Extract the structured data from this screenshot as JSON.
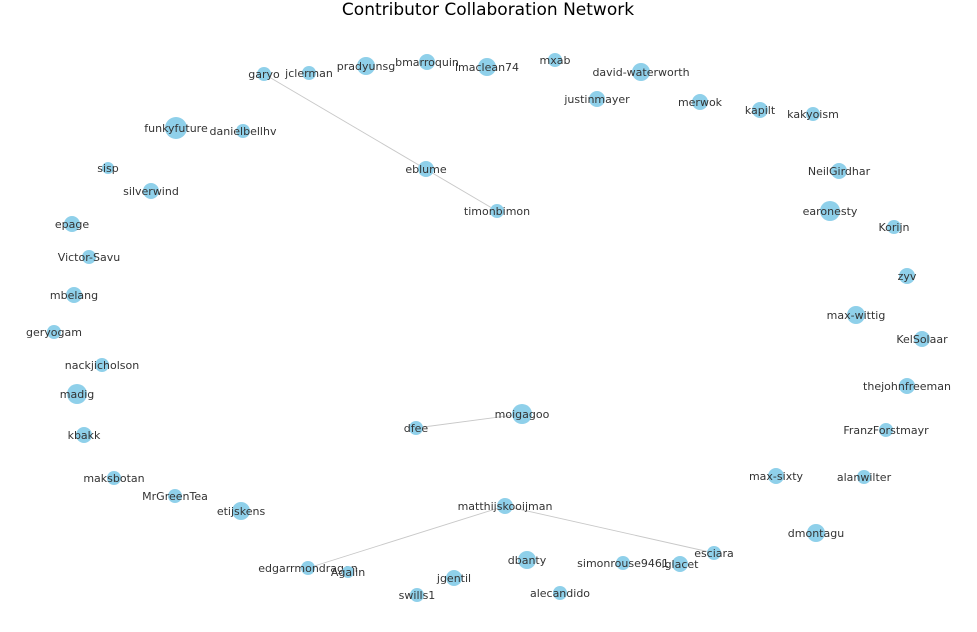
{
  "title": "Contributor Collaboration Network",
  "colors": {
    "node": "#8fd0ea",
    "edge": "#c8c8c8",
    "label": "#333333",
    "background": "#ffffff"
  },
  "nodes": [
    {
      "id": "garyo",
      "label": "garyo"
    },
    {
      "id": "jclerman",
      "label": "jclerman"
    },
    {
      "id": "pradyunsg",
      "label": "pradyunsg"
    },
    {
      "id": "bmarroquin",
      "label": "bmarroquin"
    },
    {
      "id": "lmaclean74",
      "label": "lmaclean74"
    },
    {
      "id": "mxab",
      "label": "mxab"
    },
    {
      "id": "david-waterworth",
      "label": "david-waterworth"
    },
    {
      "id": "justinmayer",
      "label": "justinmayer"
    },
    {
      "id": "merwok",
      "label": "merwok"
    },
    {
      "id": "kapilt",
      "label": "kapilt"
    },
    {
      "id": "kakyoism",
      "label": "kakyoism"
    },
    {
      "id": "funkyfuture",
      "label": "funkyfuture"
    },
    {
      "id": "danielbellhv",
      "label": "danielbellhv"
    },
    {
      "id": "eblume",
      "label": "eblume"
    },
    {
      "id": "NeilGirdhar",
      "label": "NeilGirdhar"
    },
    {
      "id": "sisp",
      "label": "sisp"
    },
    {
      "id": "silverwind",
      "label": "silverwind"
    },
    {
      "id": "timonbimon",
      "label": "timonbimon"
    },
    {
      "id": "earonesty",
      "label": "earonesty"
    },
    {
      "id": "epage",
      "label": "epage"
    },
    {
      "id": "Korijn",
      "label": "Korijn"
    },
    {
      "id": "Victor-Savu",
      "label": "Victor-Savu"
    },
    {
      "id": "zyv",
      "label": "zyv"
    },
    {
      "id": "mbelang",
      "label": "mbelang"
    },
    {
      "id": "max-wittig",
      "label": "max-wittig"
    },
    {
      "id": "geryogam",
      "label": "geryogam"
    },
    {
      "id": "KelSolaar",
      "label": "KelSolaar"
    },
    {
      "id": "nackjicholson",
      "label": "nackjicholson"
    },
    {
      "id": "madig",
      "label": "madig"
    },
    {
      "id": "thejohnfreeman",
      "label": "thejohnfreeman"
    },
    {
      "id": "moigagoo",
      "label": "moigagoo"
    },
    {
      "id": "dfee",
      "label": "dfee"
    },
    {
      "id": "FranzForstmayr",
      "label": "FranzForstmayr"
    },
    {
      "id": "kbakk",
      "label": "kbakk"
    },
    {
      "id": "max-sixty",
      "label": "max-sixty"
    },
    {
      "id": "alanwilter",
      "label": "alanwilter"
    },
    {
      "id": "maksbotan",
      "label": "maksbotan"
    },
    {
      "id": "MrGreenTea",
      "label": "MrGreenTea"
    },
    {
      "id": "matthijskooijman",
      "label": "matthijskooijman"
    },
    {
      "id": "etijskens",
      "label": "etijskens"
    },
    {
      "id": "dmontagu",
      "label": "dmontagu"
    },
    {
      "id": "esciara",
      "label": "esciara"
    },
    {
      "id": "dbanty",
      "label": "dbanty"
    },
    {
      "id": "simonrouse9461",
      "label": "simonrouse9461"
    },
    {
      "id": "lglacet",
      "label": "lglacet"
    },
    {
      "id": "edgarrmondragon",
      "label": "edgarrmondragon"
    },
    {
      "id": "Agalin",
      "label": "Agalin"
    },
    {
      "id": "jgentil",
      "label": "jgentil"
    },
    {
      "id": "alecandido",
      "label": "alecandido"
    },
    {
      "id": "swills1",
      "label": "swills1"
    }
  ],
  "edges": [
    [
      "garyo",
      "timonbimon"
    ],
    [
      "moigagoo",
      "dfee"
    ],
    [
      "matthijskooijman",
      "edgarrmondragon"
    ],
    [
      "matthijskooijman",
      "esciara"
    ]
  ]
}
